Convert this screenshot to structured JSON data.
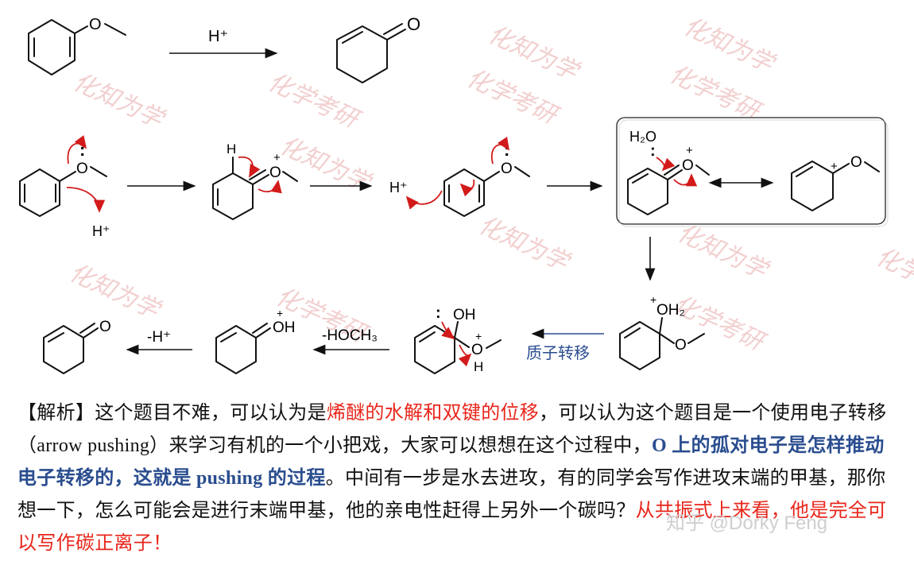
{
  "scheme": {
    "overall_reagent": "H⁺",
    "labels": {
      "o": "O",
      "h_plus": "H⁺",
      "h": "H",
      "plus": "+",
      "lone_pair": ":",
      "h2o": "H₂O",
      "oh": "OH",
      "oh2": "OH₂",
      "minus_h_plus": "-H⁺",
      "minus_hoch3": "-HOCH₃",
      "proton_transfer": "质子转移"
    }
  },
  "watermark": {
    "text_a": "化知为学",
    "text_b": "化学考研",
    "color": "#e8a9a9"
  },
  "explanation": {
    "p1": "【解析】这个题目不难，可以认为是",
    "r1": "烯醚的水解和双键的位移",
    "p2": "，可以认为这个题目是一个使用电子转移（arrow pushing）来学习有机的一个小把戏，大家可以想想在这个过程中，",
    "b1": "O 上的孤对电子是怎样推动电子转移的，这就是 pushing 的过程",
    "p3": "。中间有一步是水去进攻，有的同学会写作进攻末端的甲基，那你想一下，怎么可能会是进行末端甲基，他的亲电性赶得上另外一个碳吗？",
    "r2": "从共振式上来看，他是完全可以写作碳正离子！"
  },
  "credit": "知乎 @Dorky Feng",
  "colors": {
    "red": "#e8261b",
    "blue": "#2a4d8f",
    "arrow_red": "#d21a1a"
  }
}
